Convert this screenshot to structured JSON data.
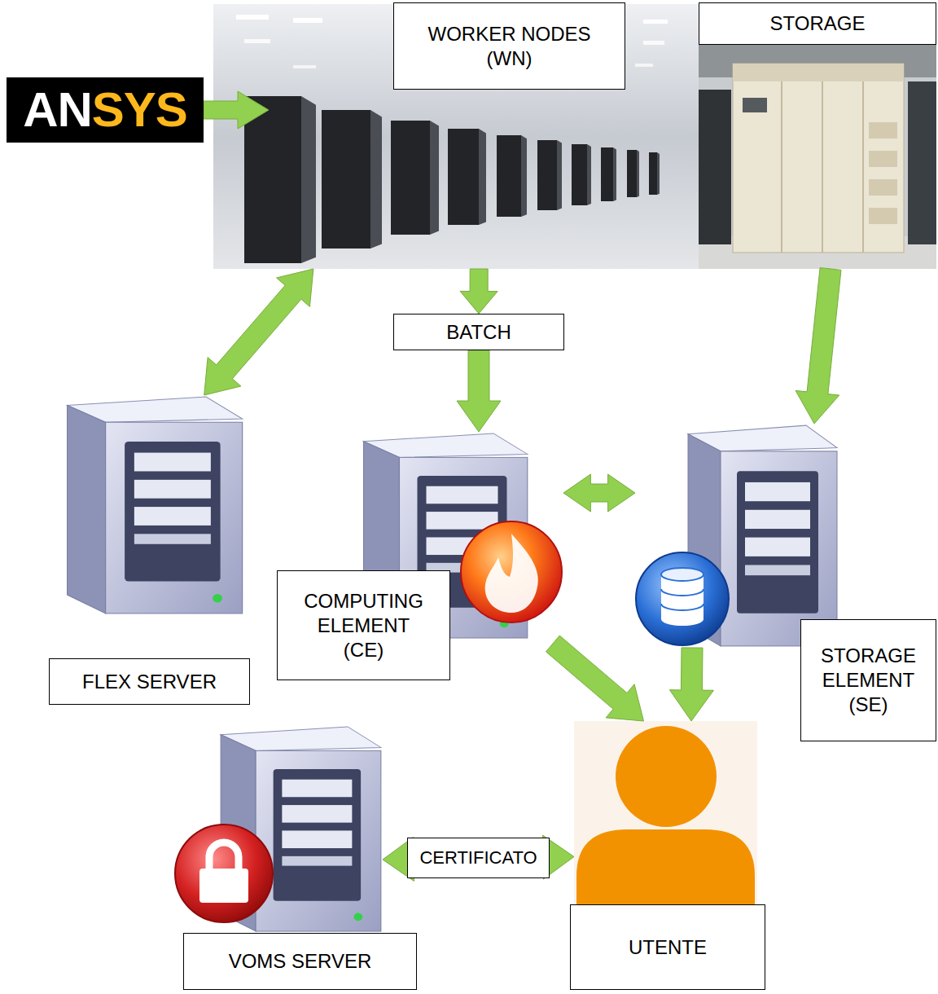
{
  "diagram": {
    "nodes": [
      {
        "text": [
          "ANSYS"
        ]
      },
      {
        "text": [
          "WORKER NODES (WN)"
        ]
      },
      {
        "text": [
          "STORAGE"
        ]
      },
      {
        "text": [
          "BATCH"
        ]
      },
      {
        "text": [
          "COMPUTING ELEMENT (CE)"
        ]
      },
      {
        "text": [
          "STORAGE ELEMENT (SE)"
        ]
      },
      {
        "text": [
          "FLEX SERVER"
        ]
      },
      {
        "text": [
          "VOMS SERVER"
        ]
      },
      {
        "text": [
          "UTENTE"
        ]
      }
    ],
    "edges": [
      {
        "from": 0,
        "to": 1,
        "arrow": "to"
      },
      {
        "from": 1,
        "to": 6,
        "arrow": "both"
      },
      {
        "from": 1,
        "to": 3,
        "arrow": "to"
      },
      {
        "from": 3,
        "to": 4,
        "arrow": "to"
      },
      {
        "from": 2,
        "to": 5,
        "arrow": "to"
      },
      {
        "from": 4,
        "to": 5,
        "arrow": "both"
      },
      {
        "from": 4,
        "to": 8,
        "arrow": "to"
      },
      {
        "from": 5,
        "to": 8,
        "arrow": "to"
      },
      {
        "from": 7,
        "to": 8,
        "label": "CERTIFICATO",
        "arrow": "both"
      }
    ]
  }
}
